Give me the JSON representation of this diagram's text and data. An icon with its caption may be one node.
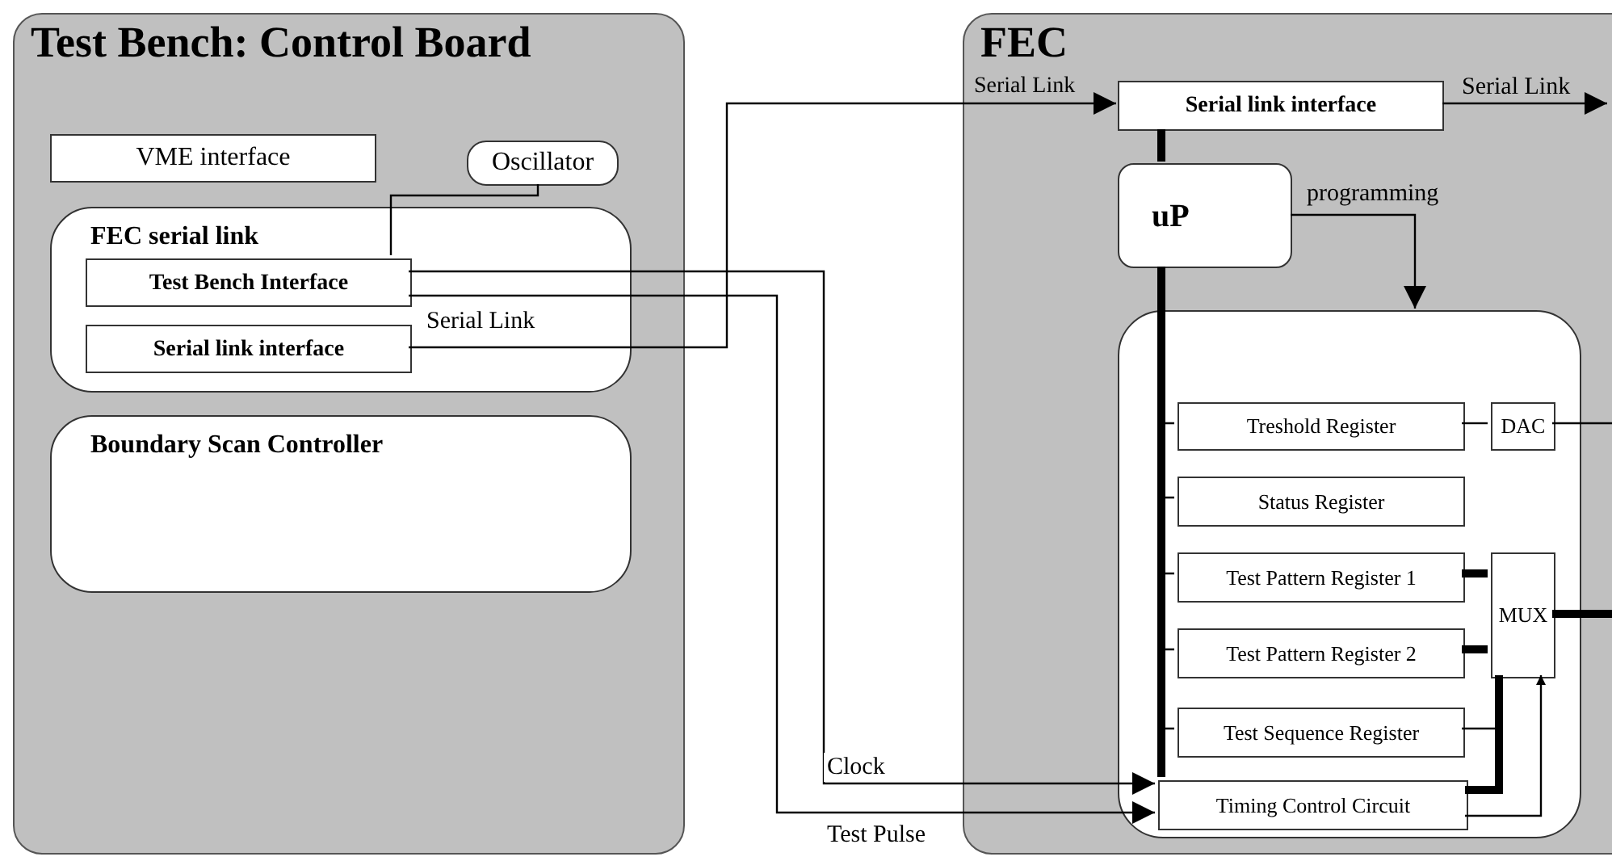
{
  "diagram": {
    "nodes": [
      {
        "text": [
          "Test Bench: Control Board"
        ]
      },
      {
        "text": [
          "VME interface"
        ],
        "in": 0
      },
      {
        "text": [
          "Oscillator"
        ],
        "in": 0
      },
      {
        "text": [
          "FEC serial link"
        ],
        "in": 0
      },
      {
        "text": [
          "Test Bench Interface"
        ],
        "in": 3
      },
      {
        "text": [
          "Serial link interface"
        ],
        "in": 3
      },
      {
        "text": [
          "Boundary Scan Controller"
        ],
        "in": 0
      },
      {
        "text": [
          "FEC"
        ]
      },
      {
        "text": [
          "Serial link interface"
        ],
        "in": 7
      },
      {
        "text": [
          "uP"
        ],
        "in": 7
      },
      {
        "text": [],
        "shape": "box",
        "in": 7
      },
      {
        "text": [
          "Treshold Register"
        ],
        "in": 10
      },
      {
        "text": [
          "DAC"
        ],
        "in": 10
      },
      {
        "text": [
          "Status Register"
        ],
        "in": 10
      },
      {
        "text": [
          "Test Pattern Register 1"
        ],
        "in": 10
      },
      {
        "text": [
          "Test Pattern Register 2"
        ],
        "in": 10
      },
      {
        "text": [
          "MUX"
        ],
        "in": 10
      },
      {
        "text": [
          "Test Sequence Register"
        ],
        "in": 10
      },
      {
        "text": [
          "Timing Control Circuit"
        ],
        "in": 10
      }
    ],
    "edges": [
      {
        "from": 2,
        "to": 4,
        "arrow": "none"
      },
      {
        "from": 5,
        "to": 8,
        "arrow": "to",
        "label": "Serial Link"
      },
      {
        "from": 8,
        "to": null,
        "arrow": "to",
        "label": "Serial Link"
      },
      {
        "from": 4,
        "to": 18,
        "arrow": "to",
        "label": "Clock"
      },
      {
        "from": 4,
        "to": 18,
        "arrow": "to",
        "label": "Test Pulse"
      },
      {
        "from": 8,
        "to": 9,
        "arrow": "none",
        "style": "thick"
      },
      {
        "from": 9,
        "to": 10,
        "arrow": "to",
        "label": "programming"
      },
      {
        "from": 9,
        "to": 11,
        "arrow": "none"
      },
      {
        "from": 9,
        "to": 13,
        "arrow": "none"
      },
      {
        "from": 9,
        "to": 14,
        "arrow": "none"
      },
      {
        "from": 9,
        "to": 15,
        "arrow": "none"
      },
      {
        "from": 9,
        "to": 17,
        "arrow": "none"
      },
      {
        "from": 9,
        "to": 18,
        "arrow": "none",
        "style": "thick"
      },
      {
        "from": 11,
        "to": 12,
        "arrow": "none"
      },
      {
        "from": 12,
        "to": null,
        "arrow": "none"
      },
      {
        "from": 14,
        "to": 16,
        "arrow": "none",
        "style": "thick"
      },
      {
        "from": 15,
        "to": 16,
        "arrow": "none",
        "style": "thick"
      },
      {
        "from": 16,
        "to": null,
        "arrow": "none",
        "style": "thick"
      },
      {
        "from": 17,
        "to": 16,
        "arrow": "none"
      },
      {
        "from": 18,
        "to": 16,
        "arrow": "none",
        "style": "thick"
      },
      {
        "from": 18,
        "to": 16,
        "arrow": "to"
      }
    ],
    "labels": [
      "Serial Link"
    ]
  }
}
